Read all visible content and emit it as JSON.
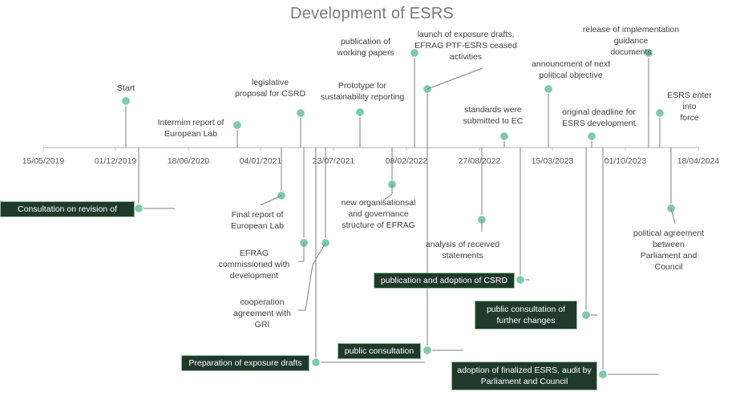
{
  "title": "Development of ESRS",
  "axis_ticks": [
    "15/05/2019",
    "01/12/2019",
    "18/06/2020",
    "04/01/2021",
    "23/07/2021",
    "08/02/2022",
    "27/08/2022",
    "15/03/2023",
    "01/10/2023",
    "18/04/2024"
  ],
  "labels": {
    "start": "Start",
    "intermim_report": "Intermim report of\nEuropean Lab",
    "legislative_proposal": "legislative\nproposal for CSRD",
    "prototype": "Prototype for\nsustainability reporting",
    "working_papers": "publication of\nworking papers",
    "launch_exposure": "launch of exposure drafts,\nEFRAG PTF-ESRS ceased\nactivities",
    "standards_submitted": "standards were\nsubmitted to EC",
    "announcment": "announcment of next\npolitical objective",
    "release_guidance": "release of implementation guidance\ndocuments",
    "original_deadline": "original deadline for\nESRS development",
    "esrs_force": "ESRS enter into\nforce",
    "final_report": "Final report of\nEuropean Lab",
    "efrag_commissioned": "EFRAG\ncommissioned with\ndevelopment",
    "cooperation_gri": "cooperation\nagreement with\nGRI",
    "new_structure": "new organisationsal\nand governance\nstructure of EFRAG",
    "analysis_statements": "analysis of received\nstatements",
    "political_agreement": "political agreement between\nParliament and Council"
  },
  "boxes": {
    "consultation_nfrd": "Consultation on revision of NFRD",
    "adoption_csrd": "publication and adoption of CSRD",
    "public_consultation_changes": "public consultation of\nfurther changes",
    "public_consultation": "public consultation",
    "preparation_exposure": "Preparation of exposure drafts",
    "adoption_finalized": "adoption of finalized ESRS, audit by\nParliament and Council"
  },
  "colors": {
    "axis": "#bfbfbf",
    "leader": "#7f7f7f",
    "marker": "#7ccba9",
    "box_bg": "#1f3a2a",
    "title": "#7a7a7a"
  }
}
